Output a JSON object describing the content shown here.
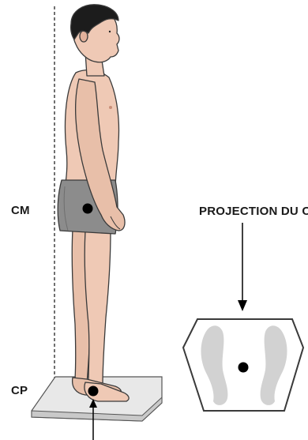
{
  "labels": {
    "cm": "CM",
    "cp": "CP",
    "projection": "PROJECTION DU CG"
  },
  "colors": {
    "skin": "#efc9b5",
    "skin_shadow": "#d9a892",
    "hair": "#1c1c1c",
    "shorts": "#8a8a8a",
    "platform": "#e6e6e6",
    "footprint": "#cfcfcf",
    "dot": "#000000",
    "outline": "#3a3a3a"
  }
}
